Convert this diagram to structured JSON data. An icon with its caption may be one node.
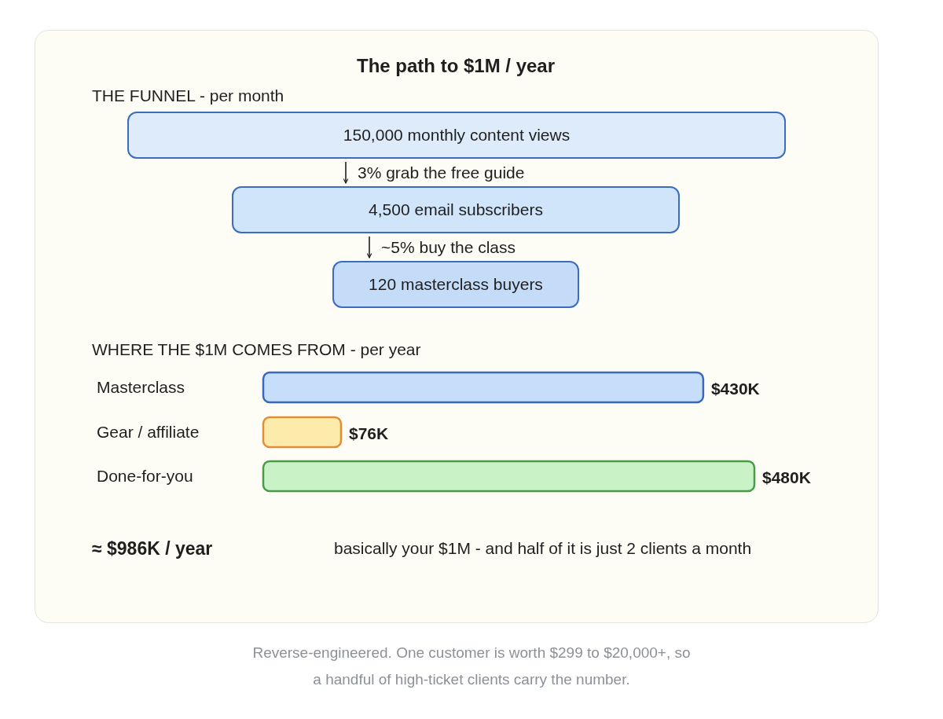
{
  "diagram": {
    "title": "The path to $1M / year",
    "nodes": [
      {
        "text": [
          "150,000 monthly content views"
        ]
      },
      {
        "text": [
          "4,500 email subscribers"
        ]
      },
      {
        "text": [
          "120 masterclass buyers"
        ]
      }
    ],
    "edges": [
      {
        "from": 0,
        "to": 1,
        "arrow": "to",
        "label": "3% grab the free guide"
      },
      {
        "from": 1,
        "to": 2,
        "arrow": "to",
        "label": "~5% buy the class"
      }
    ],
    "labels": [
      "THE FUNNEL - per month",
      "≈ $986K / year",
      "basically your $1M - and half of it is just 2 clients a month"
    ],
    "caption": "Reverse-engineered. One customer is worth $299 to $20,000+, so a handful of high-ticket clients carry the number.",
    "chart_data": {
      "type": "bar",
      "orientation": "horizontal",
      "title": "WHERE THE $1M COMES FROM - per year",
      "categories": [
        "Masterclass",
        "Gear / affiliate",
        "Done-for-you"
      ],
      "values": [
        430,
        76,
        480
      ],
      "value_labels": [
        "$430K",
        "$76K",
        "$480K"
      ]
    }
  }
}
